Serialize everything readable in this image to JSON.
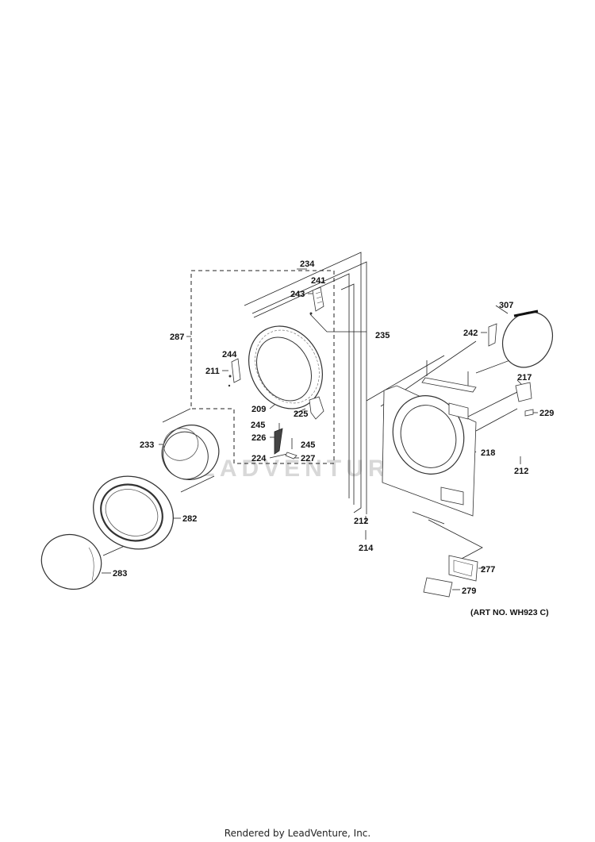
{
  "watermark": "LEADVENTURE",
  "art_number": "(ART NO. WH923 C)",
  "footer": "Rendered by LeadVenture, Inc.",
  "labels": {
    "l234": "234",
    "l241": "241",
    "l243": "243",
    "l235": "235",
    "l287": "287",
    "l244": "244",
    "l211": "211",
    "l209": "209",
    "l225": "225",
    "l245a": "245",
    "l226": "226",
    "l245b": "245",
    "l224": "224",
    "l227": "227",
    "l233": "233",
    "l282": "282",
    "l283": "283",
    "l307": "307",
    "l242": "242",
    "l217": "217",
    "l229": "229",
    "l218": "218",
    "l212a": "212",
    "l212b": "212",
    "l214": "214",
    "l277": "277",
    "l279": "279"
  }
}
